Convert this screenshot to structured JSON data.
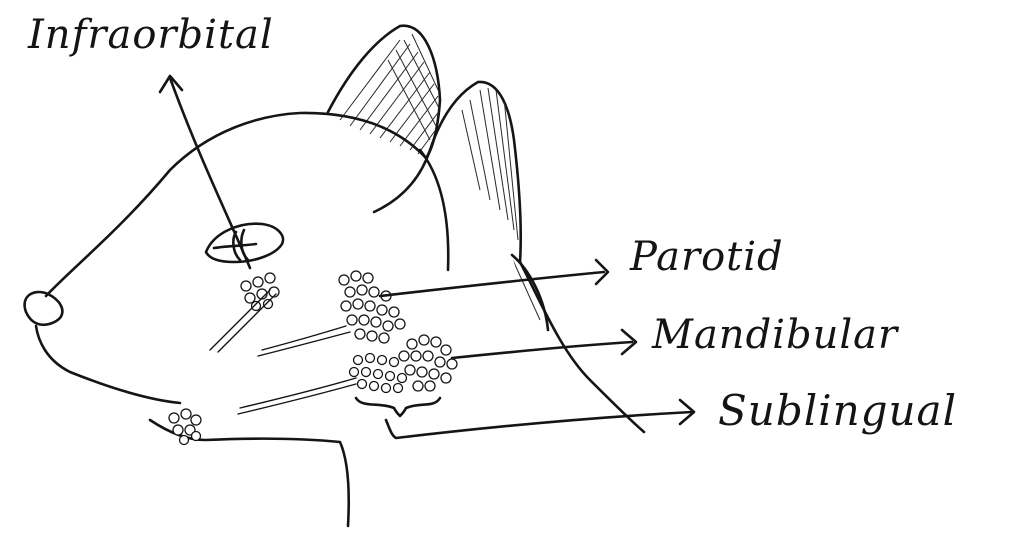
{
  "labels": {
    "infraorbital": "Infraorbital",
    "parotid": "Parotid",
    "mandibular": "Mandibular",
    "sublingual": "Sublingual"
  },
  "colors": {
    "ink": "#151515",
    "paper": "#ffffff"
  }
}
